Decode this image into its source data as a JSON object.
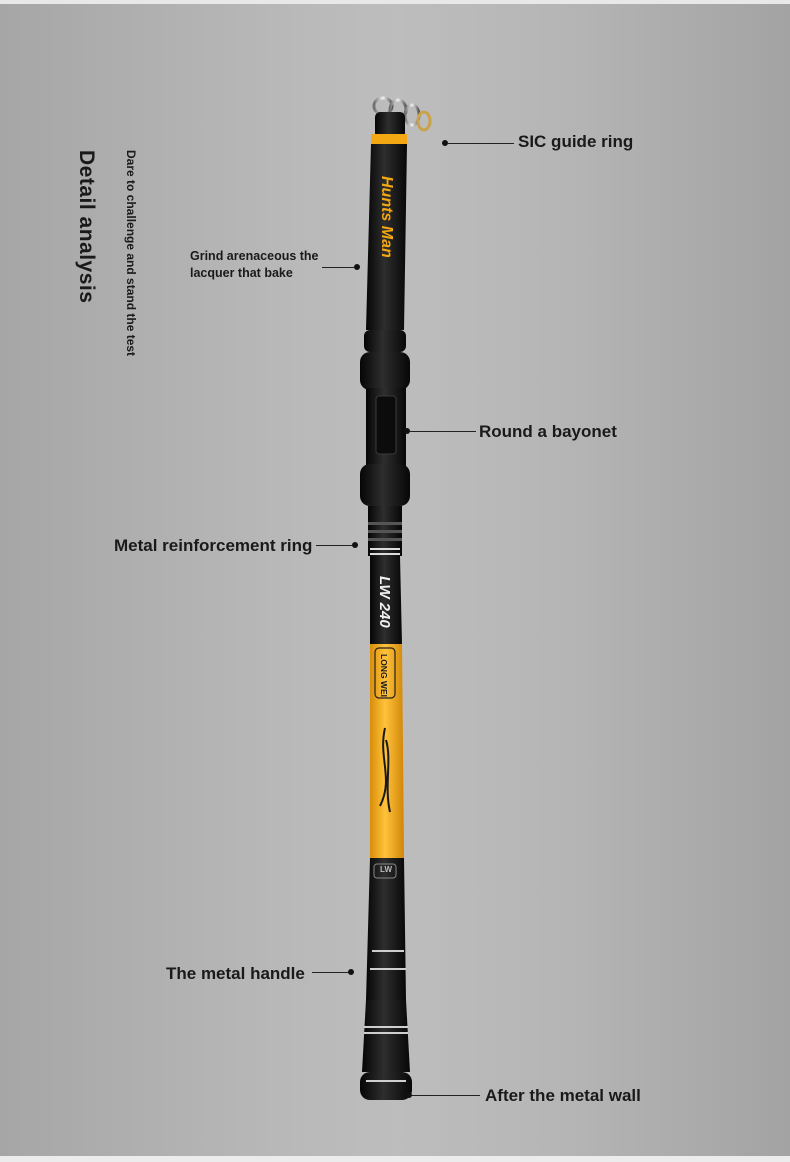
{
  "heading": {
    "title": "Detail analysis",
    "subtitle": "Dare to challenge and stand the test"
  },
  "callouts": {
    "guide_ring": "SIC guide ring",
    "lacquer_line1": "Grind arenaceous the",
    "lacquer_line2": "lacquer that bake",
    "bayonet": "Round a bayonet",
    "reinforcement": "Metal reinforcement ring",
    "handle": "The metal handle",
    "wall": "After the metal wall"
  },
  "rod_print": {
    "brand": "Hunts Man",
    "model": "LW 240",
    "badge": "LONG WEI",
    "mark": "LW"
  },
  "colors": {
    "rod_black": "#141414",
    "rod_yellow": "#f2a713",
    "background": "#b8b8b8"
  }
}
